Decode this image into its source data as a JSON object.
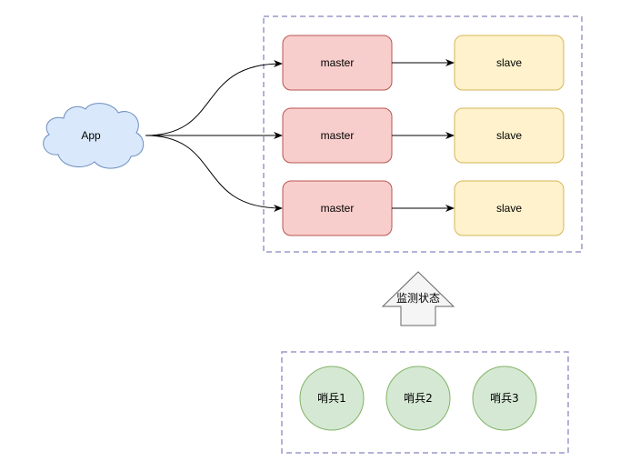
{
  "colors": {
    "master_fill": "#f8cecc",
    "master_stroke": "#b85450",
    "slave_fill": "#fff2cc",
    "slave_stroke": "#d6b656",
    "sentinel_fill": "#d5e8d4",
    "sentinel_stroke": "#82b366",
    "cloud_fill": "#dae8fc",
    "cloud_stroke": "#6c8ebf",
    "group_border": "#9999cc",
    "edge": "#000000",
    "arrow_fill": "#f5f5f5",
    "arrow_stroke": "#666666"
  },
  "app": {
    "label": "App"
  },
  "replication_group": {
    "pairs": [
      {
        "master": "master",
        "slave": "slave"
      },
      {
        "master": "master",
        "slave": "slave"
      },
      {
        "master": "master",
        "slave": "slave"
      }
    ]
  },
  "monitor_arrow": {
    "label": "监测状态"
  },
  "sentinel_group": {
    "sentinels": [
      "哨兵1",
      "哨兵2",
      "哨兵3"
    ]
  }
}
